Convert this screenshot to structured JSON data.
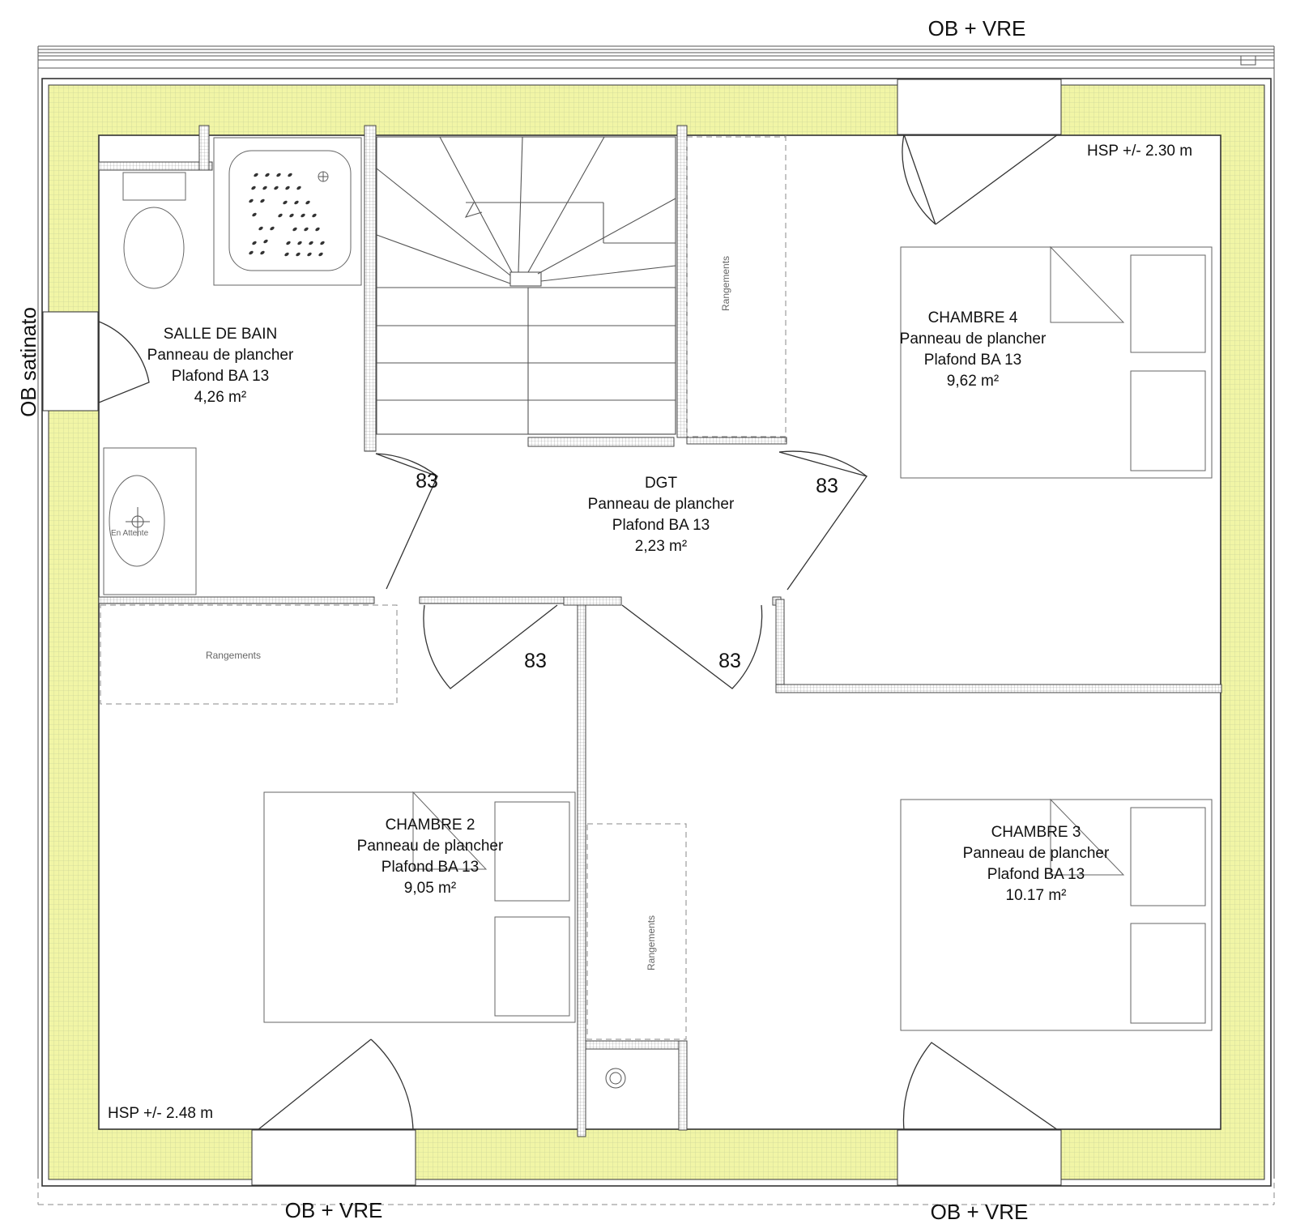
{
  "colors": {
    "insulation": "#f1f5a6",
    "insulation_grid": "#cfd79a",
    "walls": "#333333",
    "background": "#ffffff"
  },
  "exterior_labels": {
    "top": "OB + VRE",
    "bottom_left": "OB + VRE",
    "bottom_right": "OB + VRE",
    "left": "OB satinato"
  },
  "ceiling_heights": {
    "chambre4": "HSP +/- 2.30 m",
    "chambre2": "HSP +/- 2.48 m"
  },
  "rooms": {
    "salle_de_bain": {
      "name": "SALLE DE BAIN",
      "floor": "Panneau de plancher",
      "ceiling": "Plafond BA 13",
      "area": "4,26 m²"
    },
    "dgt": {
      "name": "DGT",
      "floor": "Panneau de plancher",
      "ceiling": "Plafond BA 13",
      "area": "2,23 m²"
    },
    "chambre4": {
      "name": "CHAMBRE 4",
      "floor": "Panneau de plancher",
      "ceiling": "Plafond BA 13",
      "area": "9,62 m²"
    },
    "chambre2": {
      "name": "CHAMBRE 2",
      "floor": "Panneau de plancher",
      "ceiling": "Plafond BA 13",
      "area": "9,05 m²"
    },
    "chambre3": {
      "name": "CHAMBRE 3",
      "floor": "Panneau de plancher",
      "ceiling": "Plafond BA 13",
      "area": "10.17 m²"
    }
  },
  "door_widths": {
    "bath_door": "83",
    "chambre4_door": "83",
    "chambre2_door": "83",
    "chambre3_door": "83"
  },
  "storage_labels": {
    "chambre4": "Rangements",
    "chambre2": "Rangements",
    "chambre3": "Rangements"
  },
  "fixtures": {
    "sink_note": "En Attente"
  },
  "icons": [
    "toilet-icon",
    "shower-tray-icon",
    "washbasin-icon",
    "bed-icon",
    "staircase-icon",
    "drain-icon",
    "door-swing-icon"
  ]
}
